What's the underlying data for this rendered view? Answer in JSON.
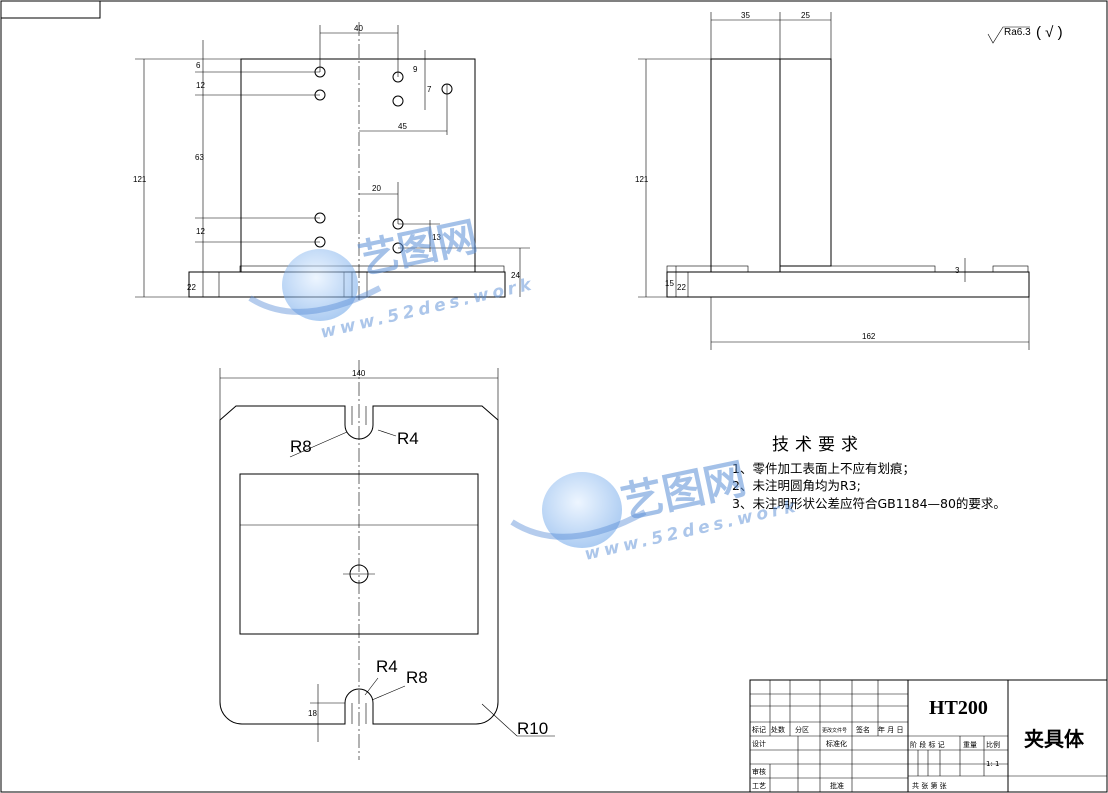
{
  "front_view": {
    "dims": {
      "d40": "40",
      "d6": "6",
      "d9": "9",
      "d12a": "12",
      "d7": "7",
      "d45": "45",
      "d121": "121",
      "d63": "63",
      "d20": "20",
      "d12b": "12",
      "d13": "13",
      "d24": "24",
      "d22": "22"
    }
  },
  "side_view": {
    "dims": {
      "d35": "35",
      "d25": "25",
      "d121": "121",
      "d15": "15",
      "d22": "22",
      "d3": "3",
      "d162": "162"
    }
  },
  "top_view": {
    "dims": {
      "d140": "140",
      "d18": "18"
    },
    "labels": {
      "r8_top": "R8",
      "r4_top": "R4",
      "r4_bot": "R4",
      "r8_bot": "R8",
      "r10": "R10"
    }
  },
  "roughness": {
    "label": "Ra6.3",
    "mark": "( √ )"
  },
  "tech_req": {
    "title": "技术要求",
    "lines": [
      "1、零件加工表面上不应有划痕；",
      "2、未注明圆角均为R3;",
      "3、未注明形状公差应符合GB1184—80的要求。"
    ]
  },
  "title_block": {
    "material": "HT200",
    "part_name": "夹具体",
    "rev_headers": [
      "标记",
      "处数",
      "分区",
      "更改文件号",
      "签名",
      "年 月 日"
    ],
    "sign_rows": [
      "设计",
      "标准化",
      "审核",
      "工艺",
      "批准"
    ],
    "extra_cells": [
      "阶 段 标 记",
      "重量",
      "比例"
    ],
    "scale": "1: 1",
    "sheet_text": "共   张   第   张"
  },
  "watermark": {
    "brand": "艺图网",
    "url": "www.52des.work"
  }
}
